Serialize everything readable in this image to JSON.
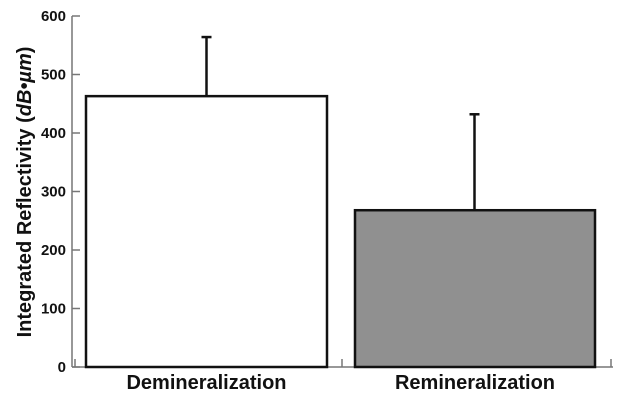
{
  "chart_data": {
    "type": "bar",
    "title": "",
    "xlabel": "",
    "ylabel": "Integrated Reflectivity",
    "ylabel_unit": "dB•µm",
    "categories": [
      "Demineralization",
      "Remineralization"
    ],
    "values": [
      463,
      268
    ],
    "error_plus": [
      101,
      164
    ],
    "bar_colors": [
      "#ffffff",
      "#909090"
    ],
    "bar_edge_color": "#111111",
    "ylim": [
      0,
      600
    ],
    "yticks": [
      0,
      100,
      200,
      300,
      400,
      500,
      600
    ],
    "grid": false,
    "legend": null
  },
  "axis": {
    "y_title_main": "Integrated Reflectivity (",
    "y_title_unit": "dB•µm",
    "y_title_close": ")",
    "tick_labels": [
      "0",
      "100",
      "200",
      "300",
      "400",
      "500",
      "600"
    ]
  }
}
